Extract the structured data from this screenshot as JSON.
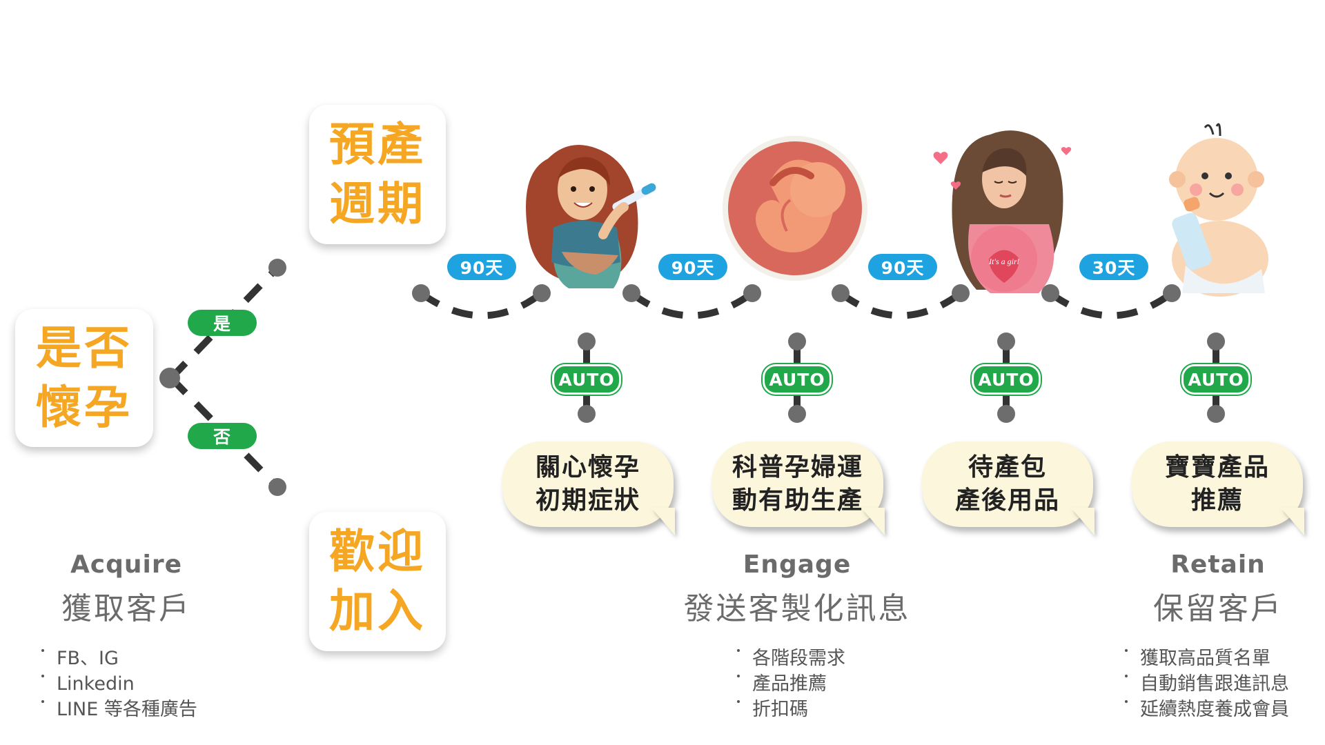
{
  "decision": {
    "label": [
      "是否",
      "懷孕"
    ],
    "yes": "是",
    "no": "否"
  },
  "branches": {
    "top": [
      "預產",
      "週期"
    ],
    "bottom": [
      "歡迎",
      "加入"
    ]
  },
  "intervals": [
    "90天",
    "90天",
    "90天",
    "30天"
  ],
  "auto_label": "AUTO",
  "messages": [
    [
      "關心懷孕",
      "初期症狀"
    ],
    [
      "科普孕婦運",
      "動有助生產"
    ],
    [
      "待產包",
      "產後用品"
    ],
    [
      "寶寶產品",
      "推薦"
    ]
  ],
  "illustration_text": "It's a girl",
  "sections": {
    "acquire": {
      "en": "Acquire",
      "zh": "獲取客戶",
      "items": [
        "FB、IG",
        "Linkedin",
        "LINE 等各種廣告"
      ]
    },
    "engage": {
      "en": "Engage",
      "zh": "發送客製化訊息",
      "items": [
        "各階段需求",
        "產品推薦",
        "折扣碼"
      ]
    },
    "retain": {
      "en": "Retain",
      "zh": "保留客戶",
      "items": [
        "獲取高品質名單",
        "自動銷售跟進訊息",
        "延續熱度養成會員"
      ]
    }
  },
  "colors": {
    "accent_orange": "#f5a623",
    "green": "#21a84a",
    "blue": "#1ea3e0",
    "bubble": "#fbf6dc",
    "connector": "#333333",
    "node": "#6d6d6d"
  }
}
